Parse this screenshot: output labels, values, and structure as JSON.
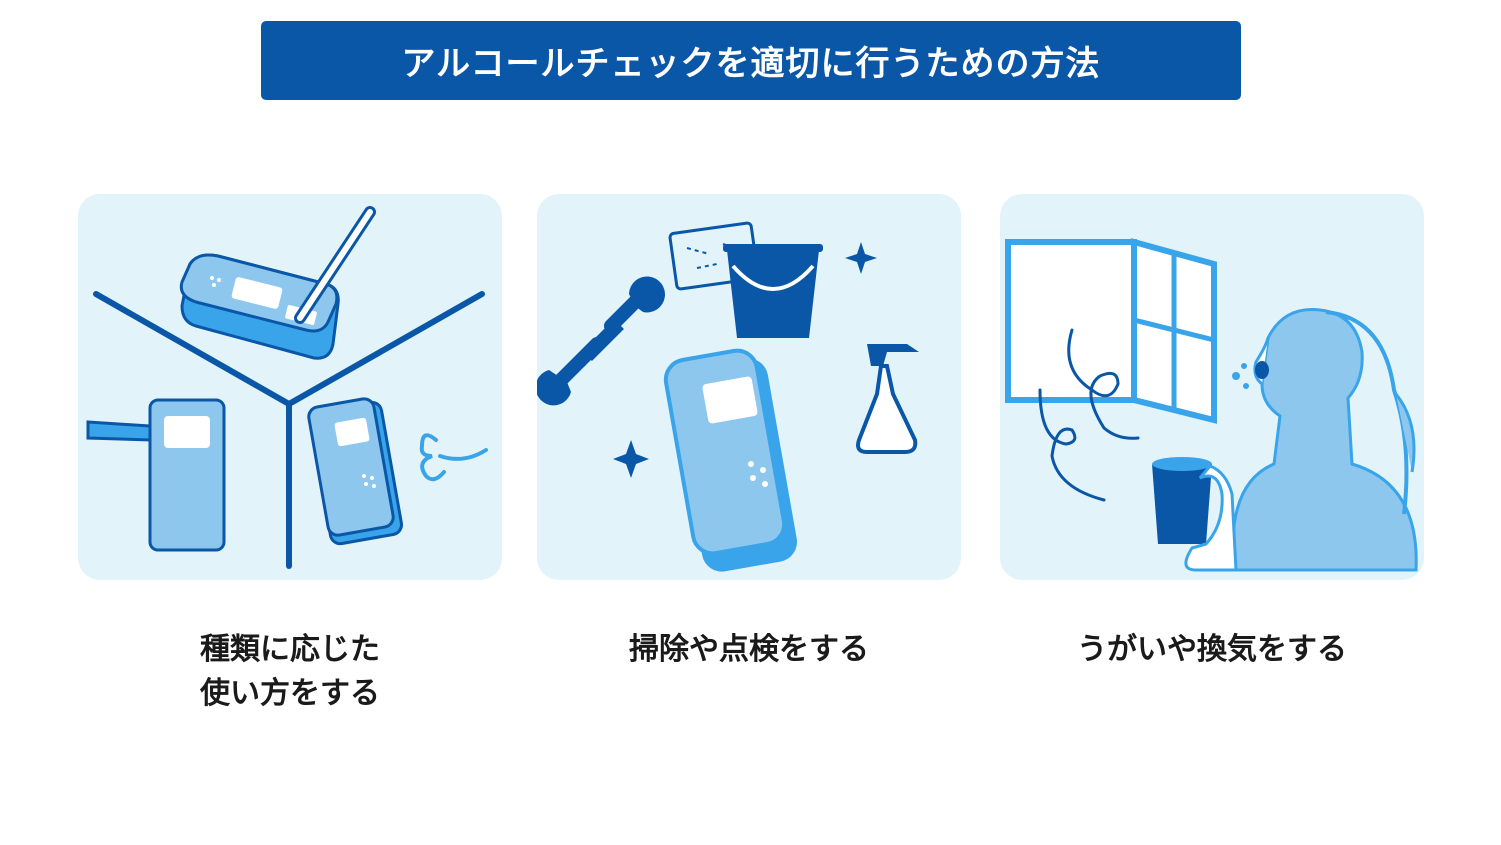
{
  "title": "アルコールチェックを適切に行うための方法",
  "colors": {
    "banner": "#0a57a8",
    "card_bg": "#e3f3fa",
    "navy": "#0a57a8",
    "blue": "#3aa4ea",
    "light_blue": "#8ec7ee",
    "white": "#ffffff"
  },
  "cards": [
    {
      "caption_lines": [
        "種類に応じた",
        "使い方をする"
      ],
      "icons": [
        "handheld-breathalyzer-icon",
        "straw-breathalyzer-icon",
        "tabletop-breathalyzer-icon",
        "breath-puff-icon"
      ]
    },
    {
      "caption_lines": [
        "掃除や点検をする"
      ],
      "icons": [
        "cloth-icon",
        "bucket-icon",
        "wrench-icon",
        "spray-bottle-icon",
        "breathalyzer-icon",
        "sparkle-icon"
      ]
    },
    {
      "caption_lines": [
        "うがいや換気をする"
      ],
      "icons": [
        "open-window-icon",
        "wind-icon",
        "woman-gargling-icon",
        "cup-icon"
      ]
    }
  ]
}
